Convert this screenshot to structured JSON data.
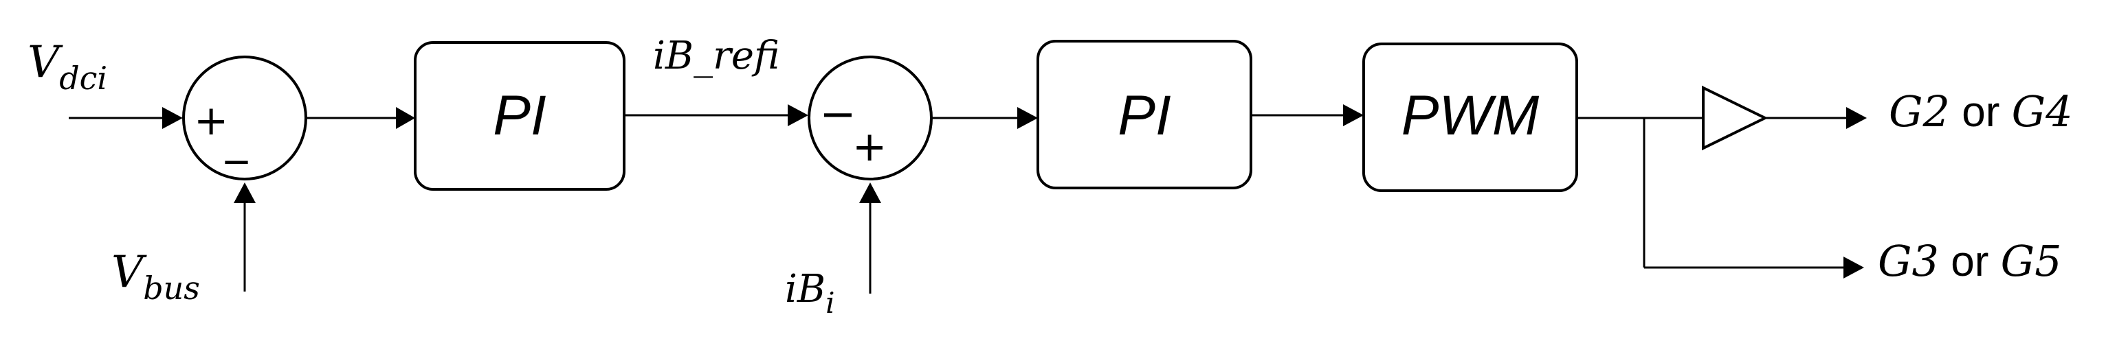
{
  "inputs": {
    "vdc": {
      "base": "V",
      "sub": "dci"
    },
    "vbus": {
      "base": "V",
      "sub": "bus"
    },
    "ib": {
      "base": "iB",
      "sub": "i"
    }
  },
  "signals": {
    "ib_ref": "iB_refi"
  },
  "sum1": {
    "plus": "+",
    "minus": "_"
  },
  "sum2": {
    "minus": "−",
    "plus": "+"
  },
  "blocks": {
    "pi1": "PI",
    "pi2": "PI",
    "pwm": "PWM"
  },
  "outputs": {
    "top": {
      "g_a": "G2",
      "or": " or ",
      "g_b": "G4"
    },
    "bottom": {
      "g_a": "G3",
      "or": " or ",
      "g_b": "G5"
    }
  }
}
